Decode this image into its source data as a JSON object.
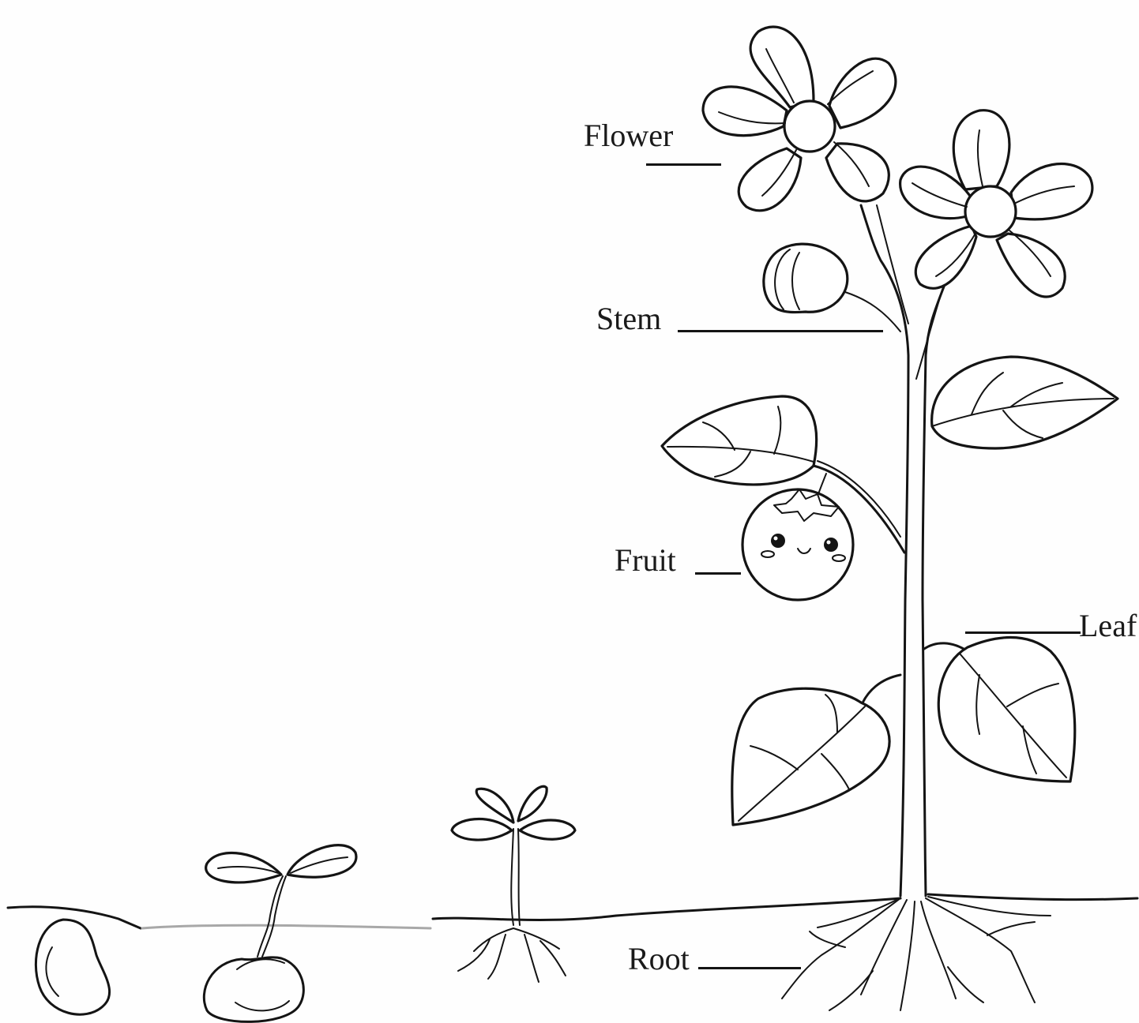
{
  "labels": {
    "flower": "Flower",
    "stem": "Stem",
    "fruit": "Fruit",
    "leaf": "Leaf",
    "root": "Root"
  },
  "colors": {
    "ink": "#141414",
    "soil_faint": "#a8a8a8",
    "background": "#fefefe"
  }
}
